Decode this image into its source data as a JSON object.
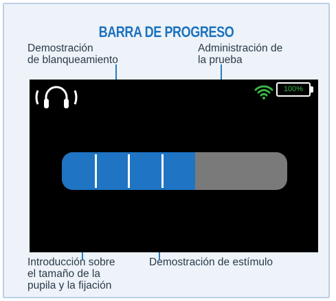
{
  "title": "BARRA DE PROGRESO",
  "labels": {
    "top_left": [
      "Demostración",
      "de blanqueamiento"
    ],
    "top_right": [
      "Administración de",
      "la prueba"
    ],
    "bottom_left": [
      "Introducción sobre",
      "el tamaño de la",
      "pupila y la fijación"
    ],
    "bottom_right": "Demostración de estímulo"
  },
  "status": {
    "battery": "100%",
    "headphones_icon": "headphones-icon",
    "wifi_icon": "wifi-icon"
  },
  "progress": {
    "fraction": 0.59,
    "segments": 4,
    "completed_color": "#1f74c3",
    "remaining_color": "#7a7a7a"
  },
  "colors": {
    "accent": "#1d72bf",
    "panel_bg": "#edf3f9",
    "screen_bg": "#000000",
    "wifi": "#39b54a",
    "battery_text": "#39b54a"
  }
}
